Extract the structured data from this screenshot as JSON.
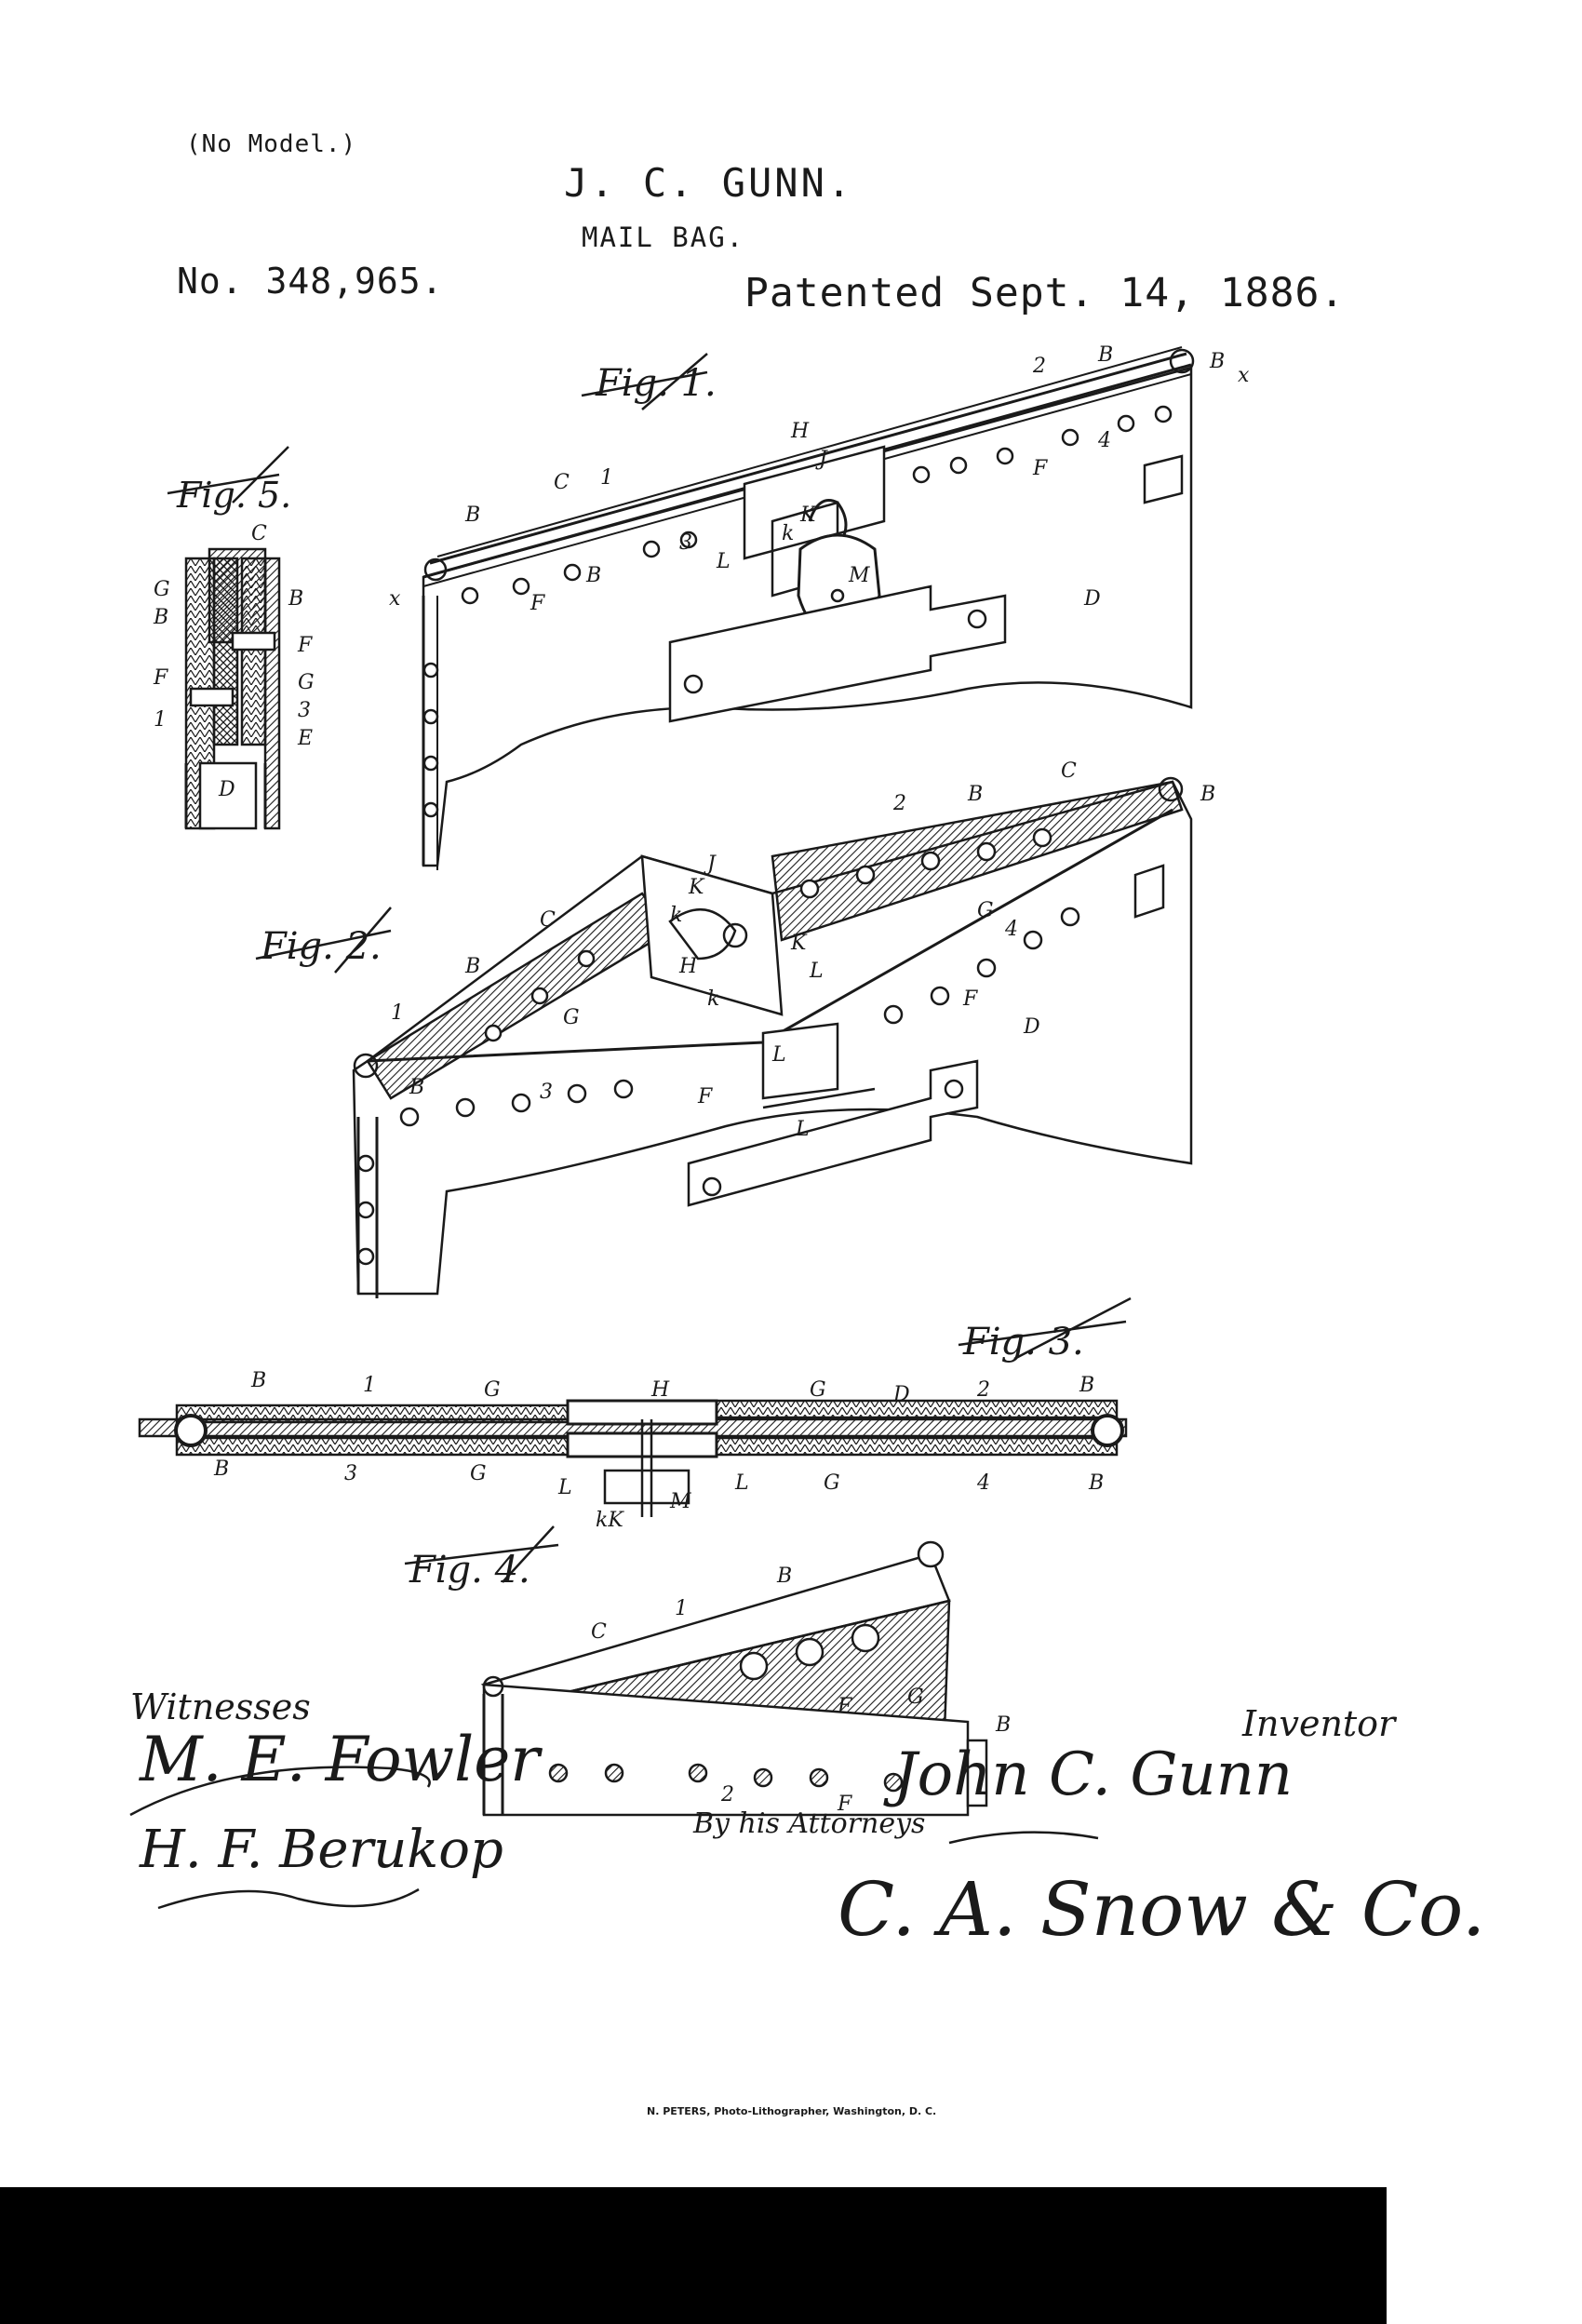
{
  "header": {
    "no_model": "(No Model.)",
    "inventor": "J. C. GUNN.",
    "title": "MAIL BAG.",
    "patent_number": "No. 348,965.",
    "patent_date": "Patented Sept. 14, 1886."
  },
  "figures": [
    {
      "label": "Fig. 1."
    },
    {
      "label": "Fig. 2."
    },
    {
      "label": "Fig. 3."
    },
    {
      "label": "Fig. 4."
    },
    {
      "label": "Fig. 5."
    }
  ],
  "reference_letters": {
    "fig1": [
      "B",
      "2",
      "B",
      "x",
      "H",
      "J",
      "4",
      "C",
      "1",
      "F",
      "B",
      "K",
      "k",
      "3",
      "L",
      "B",
      "F",
      "M",
      "x",
      "D"
    ],
    "fig2": [
      "2",
      "B",
      "C",
      "B",
      "J",
      "K",
      "k",
      "G",
      "4",
      "C",
      "H",
      "K",
      "L",
      "F",
      "B",
      "k",
      "G",
      "1",
      "L",
      "D",
      "B",
      "3",
      "F",
      "L"
    ],
    "fig3": [
      "B",
      "1",
      "G",
      "H",
      "G",
      "D",
      "2",
      "B",
      "B",
      "3",
      "G",
      "L",
      "L",
      "G",
      "4",
      "B",
      "M",
      "kK"
    ],
    "fig4": [
      "B",
      "1",
      "C",
      "G",
      "F",
      "B",
      "2",
      "F"
    ],
    "fig5": [
      "C",
      "G",
      "B",
      "B",
      "F",
      "F",
      "G",
      "1",
      "3",
      "E",
      "D"
    ]
  },
  "signatures": {
    "witnesses_label": "Witnesses",
    "inventor_label": "Inventor",
    "by_label": "By his Attorneys",
    "witness_1": "M. E. Fowler",
    "witness_2": "H. F. Berukop",
    "inventor": "John C. Gunn",
    "attorneys": "C. A. Snow & Co."
  },
  "footer": {
    "printer": "N. PETERS, Photo-Lithographer, Washington, D. C."
  },
  "colors": {
    "ink": "#1a1a1a",
    "paper": "#ffffff",
    "bar": "#000000"
  }
}
